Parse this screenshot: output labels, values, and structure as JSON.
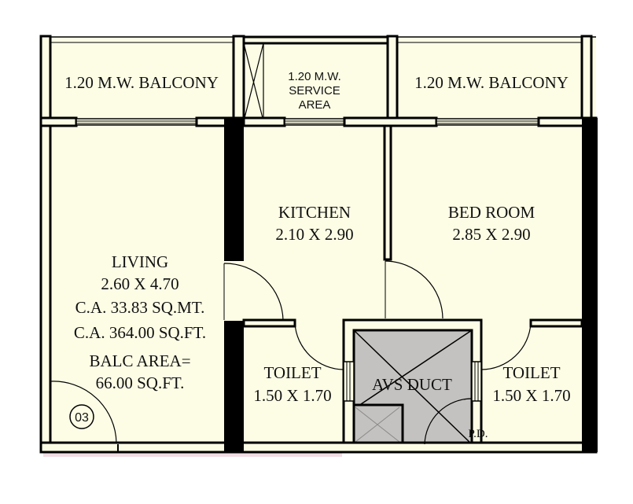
{
  "plan": {
    "colors": {
      "floor": "#fdfde6",
      "duct": "#c4c2c0",
      "wall": "#000000",
      "strip": "#f2dde4"
    },
    "rooms": {
      "balcony_left": "1.20 M.W. BALCONY",
      "service_area": [
        "1.20 M.W.",
        "SERVICE",
        "AREA"
      ],
      "balcony_right": "1.20 M.W. BALCONY",
      "kitchen": {
        "name": "KITCHEN",
        "size": "2.10 X 2.90"
      },
      "bedroom": {
        "name": "BED ROOM",
        "size": "2.85 X 2.90"
      },
      "living": {
        "name": "LIVING",
        "size": "2.60 X 4.70",
        "ca_sqmt": "C.A. 33.83 SQ.MT.",
        "ca_sqft": "C.A. 364.00 SQ.FT.",
        "balc_area": "BALC AREA=",
        "balc_value": "66.00 SQ.FT."
      },
      "toilet_left": {
        "name": "TOILET",
        "size": "1.50 X 1.70"
      },
      "duct": "AVS DUCT",
      "toilet_right": {
        "name": "TOILET",
        "size": "1.50 X 1.70"
      },
      "pd": "P.D."
    },
    "unit_number": "03"
  }
}
